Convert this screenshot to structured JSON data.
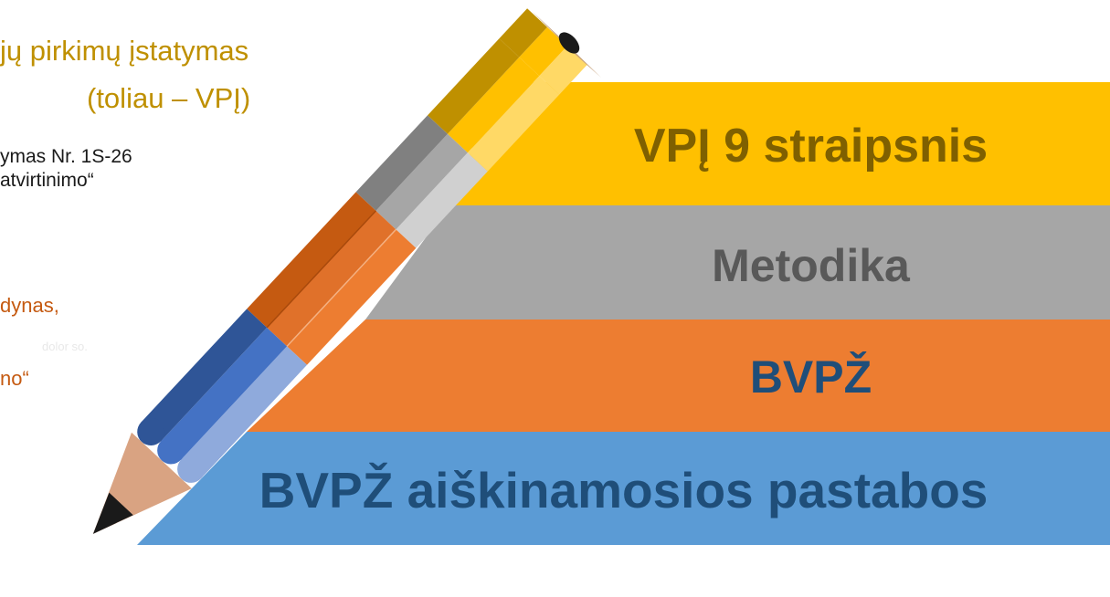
{
  "left_notes": {
    "law_title_line1": "jų pirkimų įstatymas",
    "law_title_line2": "(toliau – VPĮ)",
    "order_line1": "ymas Nr. 1S-26",
    "order_line2": "atvirtinimo“",
    "bvpz_line1": "dynas,",
    "bvpz_line2": "no“",
    "placeholder": "dolor so."
  },
  "layers": [
    {
      "label": "VPĮ 9 straipsnis",
      "color": "#ffc000"
    },
    {
      "label": "Metodika",
      "color": "#a6a6a6"
    },
    {
      "label": "BVPŽ",
      "color": "#ed7d31"
    },
    {
      "label": "BVPŽ aiškinamosios pastabos",
      "color": "#5b9bd5"
    }
  ]
}
